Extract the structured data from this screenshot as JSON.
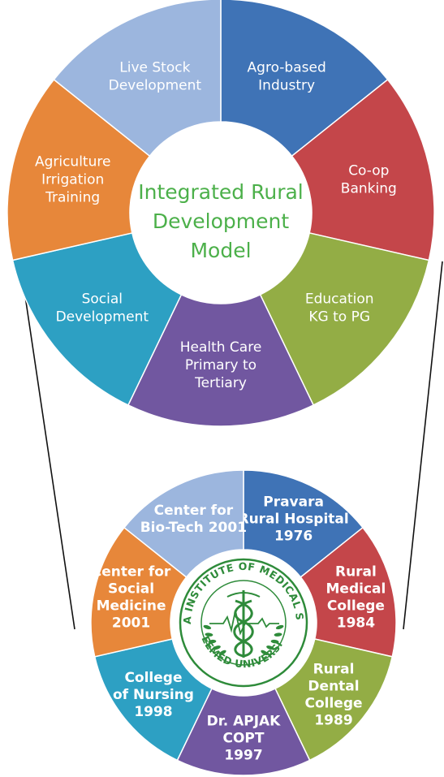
{
  "top_wheel": {
    "center_title": [
      "Integrated Rural",
      "Development",
      "Model"
    ],
    "segments": [
      {
        "lines": [
          "Agro-based",
          "Industry"
        ],
        "color": "#3f73b6"
      },
      {
        "lines": [
          "Co-op",
          "Banking"
        ],
        "color": "#c4464a"
      },
      {
        "lines": [
          "Education",
          "KG to PG"
        ],
        "color": "#93ad45"
      },
      {
        "lines": [
          "Health Care",
          "Primary to",
          "Tertiary"
        ],
        "color": "#7157a0"
      },
      {
        "lines": [
          "Social",
          "Development"
        ],
        "color": "#2da0c3"
      },
      {
        "lines": [
          "Agriculture",
          "Irrigation",
          "Training"
        ],
        "color": "#e7873a"
      },
      {
        "lines": [
          "Live Stock",
          "Development"
        ],
        "color": "#9cb6de"
      }
    ]
  },
  "bottom_wheel": {
    "segments": [
      {
        "lines": [
          "Pravara",
          "Rural Hospital",
          "1976"
        ],
        "color": "#3f73b6"
      },
      {
        "lines": [
          "Rural",
          "Medical",
          "College",
          "1984"
        ],
        "color": "#c4464a"
      },
      {
        "lines": [
          "Rural",
          "Dental",
          "College",
          "1989"
        ],
        "color": "#93ad45"
      },
      {
        "lines": [
          "Dr. APJAK",
          "COPT",
          "1997"
        ],
        "color": "#7157a0"
      },
      {
        "lines": [
          "College",
          "of Nursing",
          "1998"
        ],
        "color": "#2da0c3"
      },
      {
        "lines": [
          "Center for",
          "Social",
          "Medicine",
          "2001"
        ],
        "color": "#e7873a"
      },
      {
        "lines": [
          "Center for",
          "Bio-Tech 2001"
        ],
        "color": "#9cb6de"
      }
    ],
    "logo": {
      "text_top": "PRAVARA INSTITUTE OF MEDICAL SCIENCES",
      "text_bottom": "DEEMED UNIVERSITY",
      "color": "#2e8b3a"
    }
  }
}
